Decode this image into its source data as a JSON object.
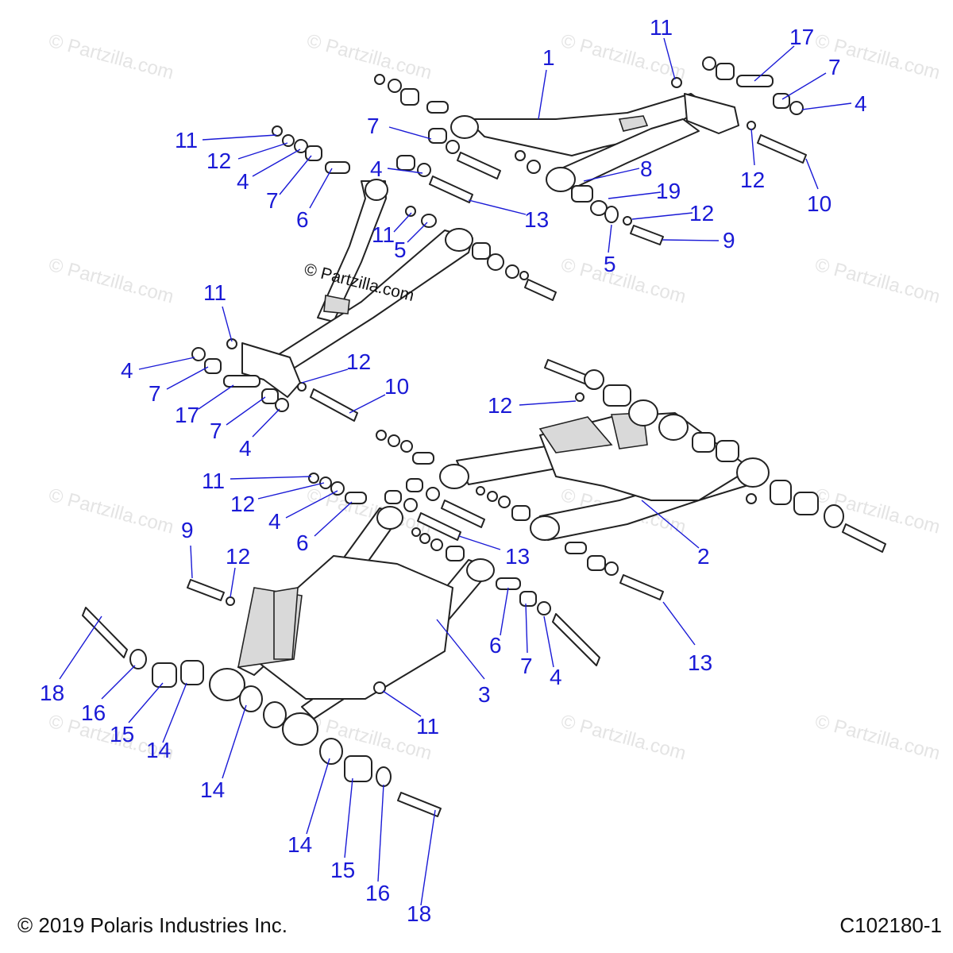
{
  "watermark_text": "© Partzilla.com",
  "center_watermark_text": "© Partzilla.com",
  "callouts": [
    {
      "id": "c-1",
      "label": "1"
    },
    {
      "id": "c-11a",
      "label": "11"
    },
    {
      "id": "c-17a",
      "label": "17"
    },
    {
      "id": "c-7a",
      "label": "7"
    },
    {
      "id": "c-4a",
      "label": "4"
    },
    {
      "id": "c-11b",
      "label": "11"
    },
    {
      "id": "c-12a",
      "label": "12"
    },
    {
      "id": "c-4b",
      "label": "4"
    },
    {
      "id": "c-7b",
      "label": "7"
    },
    {
      "id": "c-6a",
      "label": "6"
    },
    {
      "id": "c-7c",
      "label": "7"
    },
    {
      "id": "c-4c",
      "label": "4"
    },
    {
      "id": "c-11c",
      "label": "11"
    },
    {
      "id": "c-5a",
      "label": "5"
    },
    {
      "id": "c-13a",
      "label": "13"
    },
    {
      "id": "c-8",
      "label": "8"
    },
    {
      "id": "c-19",
      "label": "19"
    },
    {
      "id": "c-12b",
      "label": "12"
    },
    {
      "id": "c-9a",
      "label": "9"
    },
    {
      "id": "c-5b",
      "label": "5"
    },
    {
      "id": "c-12c",
      "label": "12"
    },
    {
      "id": "c-10a",
      "label": "10"
    },
    {
      "id": "c-11d",
      "label": "11"
    },
    {
      "id": "c-4d",
      "label": "4"
    },
    {
      "id": "c-7d",
      "label": "7"
    },
    {
      "id": "c-17b",
      "label": "17"
    },
    {
      "id": "c-7e",
      "label": "7"
    },
    {
      "id": "c-4e",
      "label": "4"
    },
    {
      "id": "c-12d",
      "label": "12"
    },
    {
      "id": "c-10b",
      "label": "10"
    },
    {
      "id": "c-12e",
      "label": "12"
    },
    {
      "id": "c-11e",
      "label": "11"
    },
    {
      "id": "c-12f",
      "label": "12"
    },
    {
      "id": "c-4f",
      "label": "4"
    },
    {
      "id": "c-6b",
      "label": "6"
    },
    {
      "id": "c-13b",
      "label": "13"
    },
    {
      "id": "c-2",
      "label": "2"
    },
    {
      "id": "c-9b",
      "label": "9"
    },
    {
      "id": "c-12g",
      "label": "12"
    },
    {
      "id": "c-6c",
      "label": "6"
    },
    {
      "id": "c-7f",
      "label": "7"
    },
    {
      "id": "c-4g",
      "label": "4"
    },
    {
      "id": "c-13c",
      "label": "13"
    },
    {
      "id": "c-3",
      "label": "3"
    },
    {
      "id": "c-18a",
      "label": "18"
    },
    {
      "id": "c-16a",
      "label": "16"
    },
    {
      "id": "c-15a",
      "label": "15"
    },
    {
      "id": "c-14a",
      "label": "14"
    },
    {
      "id": "c-14b",
      "label": "14"
    },
    {
      "id": "c-11f",
      "label": "11"
    },
    {
      "id": "c-14c",
      "label": "14"
    },
    {
      "id": "c-15b",
      "label": "15"
    },
    {
      "id": "c-16b",
      "label": "16"
    },
    {
      "id": "c-18b",
      "label": "18"
    }
  ],
  "footer": {
    "copyright": "© 2019 Polaris Industries Inc.",
    "figure_id": "C102180-1"
  },
  "colors": {
    "callout": "#1a1ad6",
    "line_art": "#222222",
    "watermark": "#e4e4e4",
    "background": "#ffffff"
  }
}
